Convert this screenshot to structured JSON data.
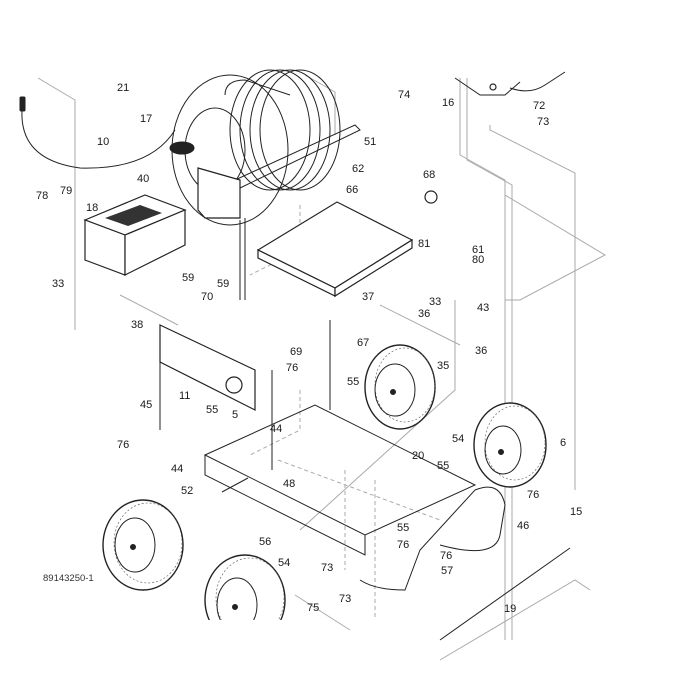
{
  "diagram": {
    "document_id": "89143250-1",
    "accent_color": "#222222",
    "leader_color": "#aaaaaa",
    "callouts": [
      {
        "id": "c21",
        "label": "21"
      },
      {
        "id": "c74",
        "label": "74"
      },
      {
        "id": "c16",
        "label": "16"
      },
      {
        "id": "c72",
        "label": "72"
      },
      {
        "id": "c73a",
        "label": "73"
      },
      {
        "id": "c17",
        "label": "17"
      },
      {
        "id": "c10",
        "label": "10"
      },
      {
        "id": "c51",
        "label": "51"
      },
      {
        "id": "c62",
        "label": "62"
      },
      {
        "id": "c68",
        "label": "68"
      },
      {
        "id": "c66",
        "label": "66"
      },
      {
        "id": "c78",
        "label": "78"
      },
      {
        "id": "c79",
        "label": "79"
      },
      {
        "id": "c40",
        "label": "40"
      },
      {
        "id": "c18",
        "label": "18"
      },
      {
        "id": "c81",
        "label": "81"
      },
      {
        "id": "c61",
        "label": "61"
      },
      {
        "id": "c80",
        "label": "80"
      },
      {
        "id": "c33a",
        "label": "33"
      },
      {
        "id": "c59a",
        "label": "59"
      },
      {
        "id": "c59b",
        "label": "59"
      },
      {
        "id": "c37",
        "label": "37"
      },
      {
        "id": "c33b",
        "label": "33"
      },
      {
        "id": "c70",
        "label": "70"
      },
      {
        "id": "c38",
        "label": "38"
      },
      {
        "id": "c36a",
        "label": "36"
      },
      {
        "id": "c43",
        "label": "43"
      },
      {
        "id": "c69",
        "label": "69"
      },
      {
        "id": "c67",
        "label": "67"
      },
      {
        "id": "c36b",
        "label": "36"
      },
      {
        "id": "c35",
        "label": "35"
      },
      {
        "id": "c76a",
        "label": "76"
      },
      {
        "id": "c55a",
        "label": "55"
      },
      {
        "id": "c11",
        "label": "11"
      },
      {
        "id": "c45",
        "label": "45"
      },
      {
        "id": "c55b",
        "label": "55"
      },
      {
        "id": "c5",
        "label": "5"
      },
      {
        "id": "c44a",
        "label": "44"
      },
      {
        "id": "c76b",
        "label": "76"
      },
      {
        "id": "c54a",
        "label": "54"
      },
      {
        "id": "c6",
        "label": "6"
      },
      {
        "id": "c44b",
        "label": "44"
      },
      {
        "id": "c20",
        "label": "20"
      },
      {
        "id": "c55c",
        "label": "55"
      },
      {
        "id": "c48",
        "label": "48"
      },
      {
        "id": "c76c",
        "label": "76"
      },
      {
        "id": "c52",
        "label": "52"
      },
      {
        "id": "c46",
        "label": "46"
      },
      {
        "id": "c15",
        "label": "15"
      },
      {
        "id": "c55d",
        "label": "55"
      },
      {
        "id": "c56",
        "label": "56"
      },
      {
        "id": "c76d",
        "label": "76"
      },
      {
        "id": "c76e",
        "label": "76"
      },
      {
        "id": "c54b",
        "label": "54"
      },
      {
        "id": "c57",
        "label": "57"
      },
      {
        "id": "c73b",
        "label": "73"
      },
      {
        "id": "c75",
        "label": "75"
      },
      {
        "id": "c73c",
        "label": "73"
      },
      {
        "id": "c19",
        "label": "19"
      }
    ]
  }
}
